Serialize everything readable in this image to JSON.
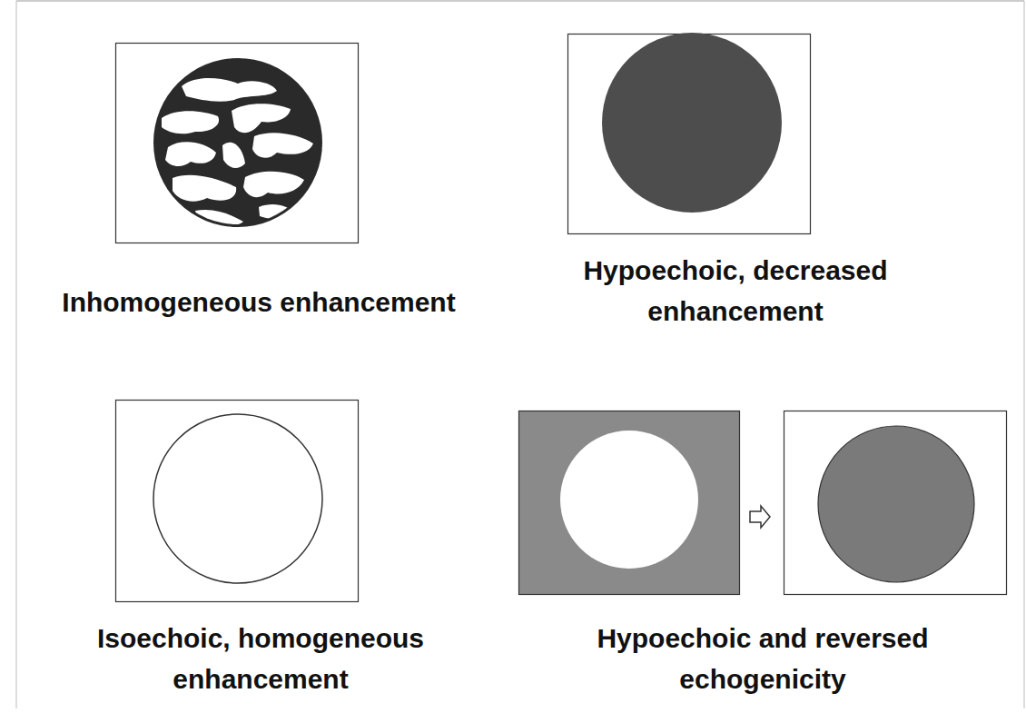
{
  "diagram": {
    "labels": [
      "Inhomogeneous enhancement",
      "Hypoechoic, decreased enhancement",
      "Isoechoic, homogeneous enhancement",
      "Hypoechoic and reversed echogenicity"
    ]
  }
}
